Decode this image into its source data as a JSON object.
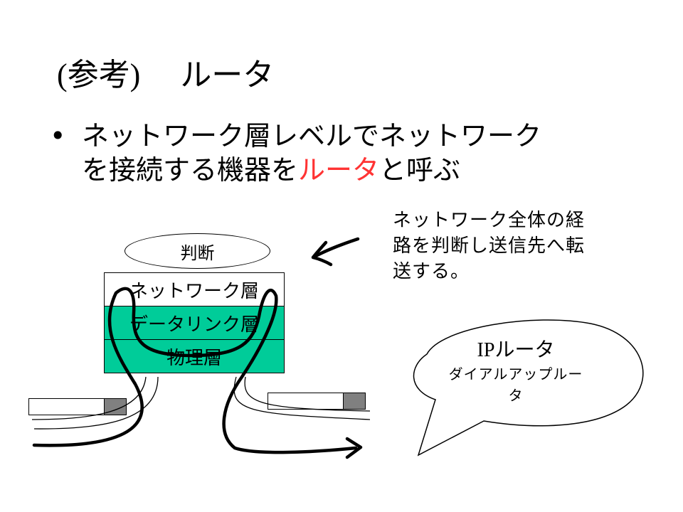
{
  "slide": {
    "title": {
      "prefix": "(参考)",
      "main": "ルータ"
    },
    "bullet": {
      "symbol": "•",
      "line1": "ネットワーク層レベルでネットワーク",
      "line2_before": "を接続する機器を",
      "line2_highlight": "ルータ",
      "line2_after": "と呼ぶ",
      "highlight_color": "#ff3333"
    },
    "note": {
      "lines": [
        "ネットワーク全体の経",
        "路を判断し送信先へ転",
        "送する。"
      ]
    },
    "diagram": {
      "judge_label": "判断",
      "layers": [
        {
          "label": "ネットワーク層",
          "fill": "#ffffff"
        },
        {
          "label": "データリンク層",
          "fill": "#00cc99"
        },
        {
          "label": "物理層",
          "fill": "#00cc99"
        }
      ]
    },
    "callout": {
      "title_ip": "IP",
      "title_rest": "ルータ",
      "subtitle_lines": [
        "ダイアルアップルー",
        "タ"
      ]
    }
  }
}
